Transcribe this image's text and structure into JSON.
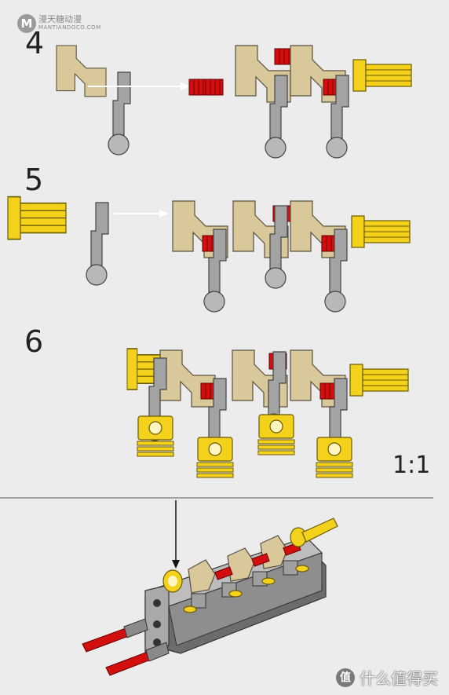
{
  "watermark": {
    "name": "漫天糖动漫",
    "site": "MANTIANDOCO.COM",
    "logo_glyph": "M"
  },
  "steps": [
    {
      "number": "4"
    },
    {
      "number": "5"
    },
    {
      "number": "6"
    }
  ],
  "scale": "1:1",
  "footer_watermark": {
    "logo_glyph": "值",
    "text": "什么值得买"
  },
  "colors": {
    "background": "#ececec",
    "tan": "#d8c89a",
    "gray": "#a3a3a3",
    "red": "#d20e0e",
    "yellow": "#f4d21c",
    "pin_ball": "#b8b8b8"
  },
  "icons": [
    "arrow-right-icon",
    "arrow-down-icon"
  ]
}
